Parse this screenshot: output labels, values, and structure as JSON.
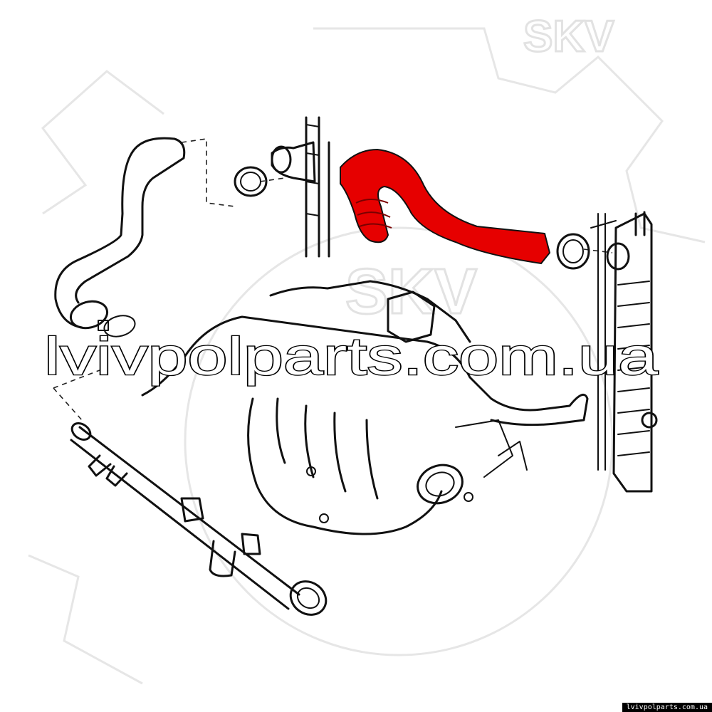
{
  "watermark": {
    "logo_text": "SKV"
  },
  "banner": {
    "text": "lvivpolparts.com.ua"
  },
  "footer": {
    "text": "lvivpolparts.com.ua"
  },
  "highlight": {
    "part": "upper-radiator-hose",
    "color": "#e60000"
  }
}
